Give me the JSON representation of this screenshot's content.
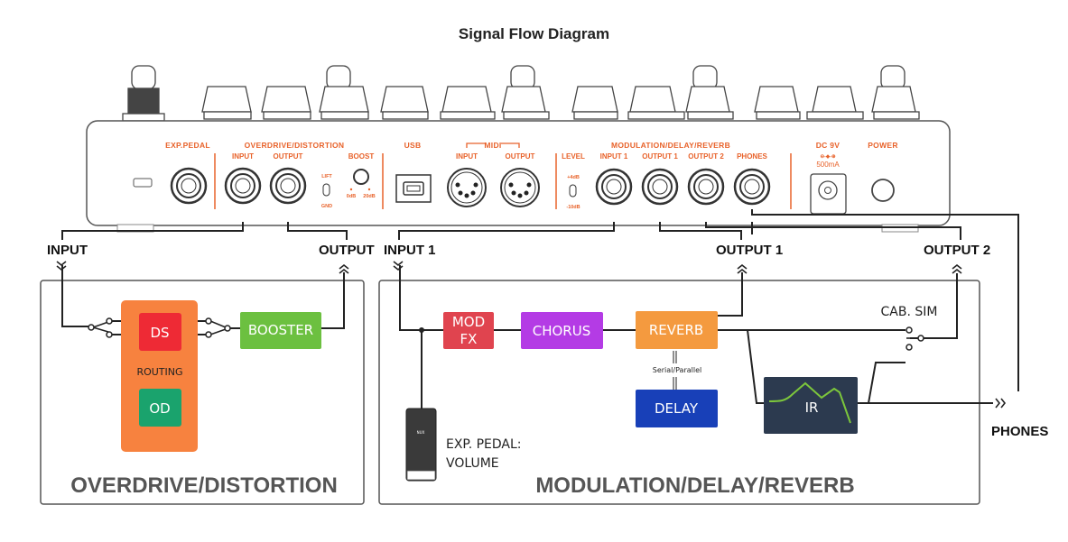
{
  "title": "Signal Flow Diagram",
  "device_panel": {
    "exp_pedal": "EXP.PEDAL",
    "od_section": "OVERDRIVE/DISTORTION",
    "od_input": "INPUT",
    "od_output": "OUTPUT",
    "lift": "LIFT",
    "gnd": "GND",
    "boost": "BOOST",
    "boost_0db": "0dB",
    "boost_20db": "20dB",
    "usb": "USB",
    "midi": "MIDI",
    "midi_input": "INPUT",
    "midi_output": "OUTPUT",
    "mdr_section": "MODULATION/DELAY/REVERB",
    "level": "LEVEL",
    "level_plus4": "+4dB",
    "level_minus10": "-10dB",
    "input1": "INPUT 1",
    "output1": "OUTPUT 1",
    "output2": "OUTPUT 2",
    "phones": "PHONES",
    "dc": "DC 9V",
    "dc_symbol": "⊖-◆-⊕",
    "dc_current": "500mA",
    "power": "POWER"
  },
  "io_labels": {
    "input": "INPUT",
    "output": "OUTPUT",
    "input1": "INPUT 1",
    "output1": "OUTPUT 1",
    "output2": "OUTPUT 2",
    "phones": "PHONES"
  },
  "od_block": {
    "ds": "DS",
    "routing": "ROUTING",
    "od": "OD",
    "booster": "BOOSTER",
    "section_title": "OVERDRIVE/DISTORTION"
  },
  "mdr_block": {
    "mod_fx_line1": "MOD",
    "mod_fx_line2": "FX",
    "chorus": "CHORUS",
    "reverb": "REVERB",
    "serial_parallel": "Serial/Parallel",
    "delay": "DELAY",
    "cab_sim": "CAB. SIM",
    "ir": "IR",
    "exp_pedal_line1": "EXP. PEDAL:",
    "exp_pedal_line2": "VOLUME",
    "pedal_brand": "NUX",
    "section_title": "MODULATION/DELAY/REVERB"
  },
  "colors": {
    "panel_text": "#e8622a",
    "routing": "#f7823f",
    "ds": "#ee2a35",
    "od": "#1aa36d",
    "booster": "#6cc040",
    "mod_fx": "#e0444f",
    "chorus": "#b43be5",
    "reverb": "#f49a3f",
    "delay": "#1840b8",
    "ir": "#2c3a4f",
    "ir_curve": "#7cc63c"
  }
}
